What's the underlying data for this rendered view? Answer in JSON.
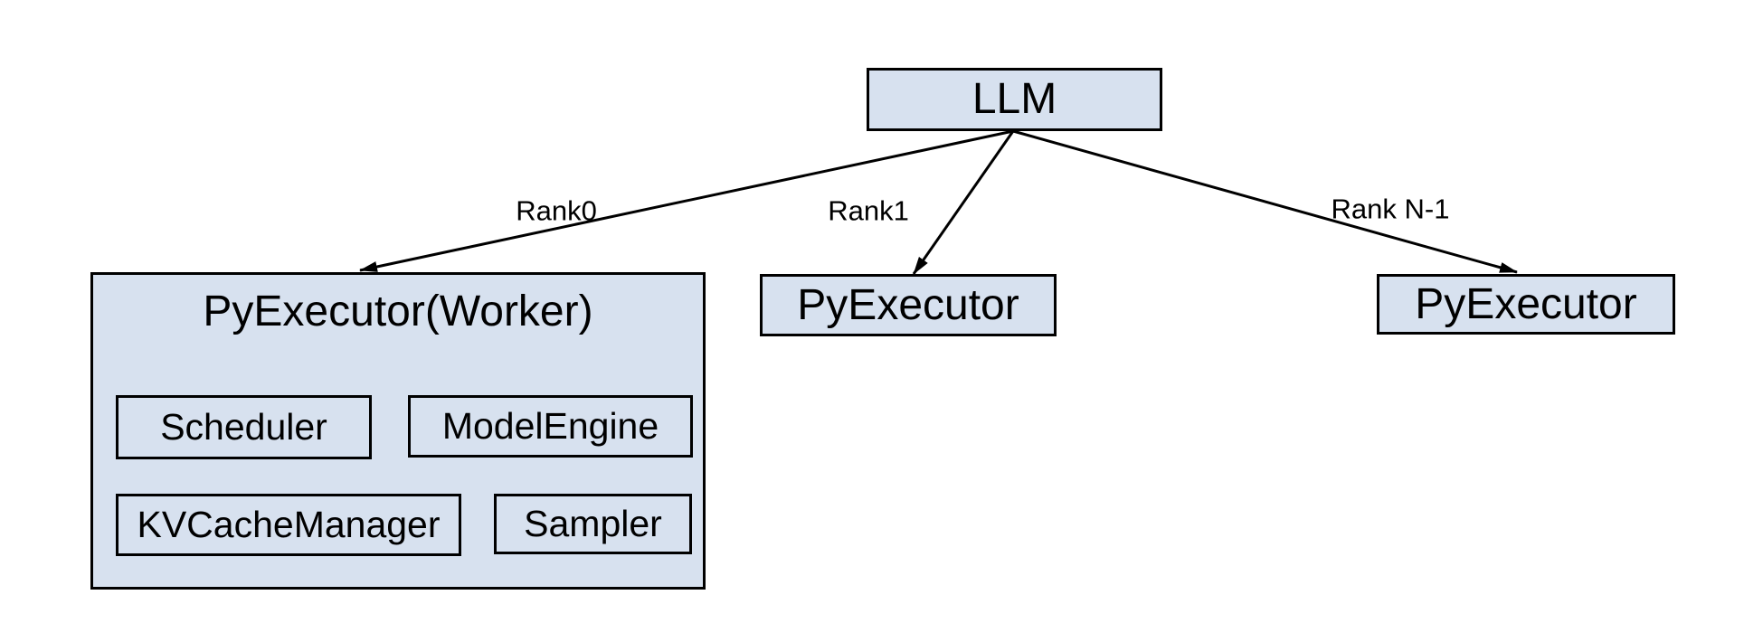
{
  "diagram": {
    "llm_box": {
      "label": "LLM"
    },
    "edges": [
      {
        "label": "Rank0"
      },
      {
        "label": "Rank1"
      },
      {
        "label": "Rank N-1"
      }
    ],
    "worker_box": {
      "title": "PyExecutor(Worker)",
      "components": [
        {
          "label": "Scheduler"
        },
        {
          "label": "ModelEngine"
        },
        {
          "label": "KVCacheManager"
        },
        {
          "label": "Sampler"
        }
      ]
    },
    "executor_boxes": [
      {
        "label": "PyExecutor"
      },
      {
        "label": "PyExecutor"
      }
    ],
    "colors": {
      "box_fill": "#d7e1ef",
      "box_border": "#000000",
      "arrow": "#000000",
      "text": "#000000",
      "background": "#ffffff"
    }
  }
}
